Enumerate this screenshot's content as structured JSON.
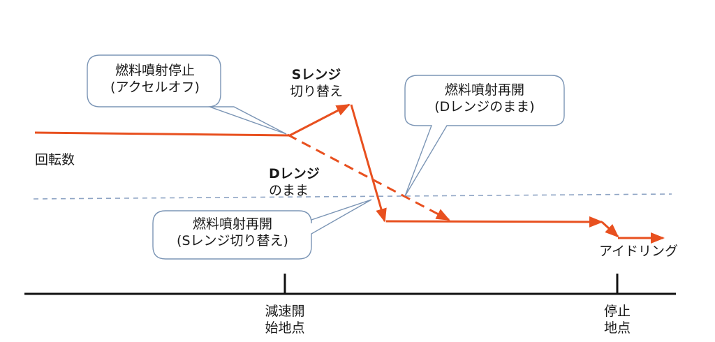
{
  "colors": {
    "accent": "#e8501f",
    "threshold": "#8ea4c4",
    "callout_border": "#7b95b5"
  },
  "labels": {
    "rpm": "回転数",
    "s_range": [
      "Sレンジ",
      "切り替え"
    ],
    "d_range": [
      "Dレンジ",
      "のまま"
    ],
    "idling": "アイドリング",
    "decel_start": [
      "減速開",
      "始地点"
    ],
    "stop_point": [
      "停止",
      "地点"
    ]
  },
  "callouts": {
    "fuel_cut": [
      "燃料噴射停止",
      "(アクセルオフ)"
    ],
    "resume_d": [
      "燃料噴射再開",
      "(Dレンジのまま)"
    ],
    "resume_s": [
      "燃料噴射再開",
      "(Sレンジ切り替え)"
    ]
  }
}
